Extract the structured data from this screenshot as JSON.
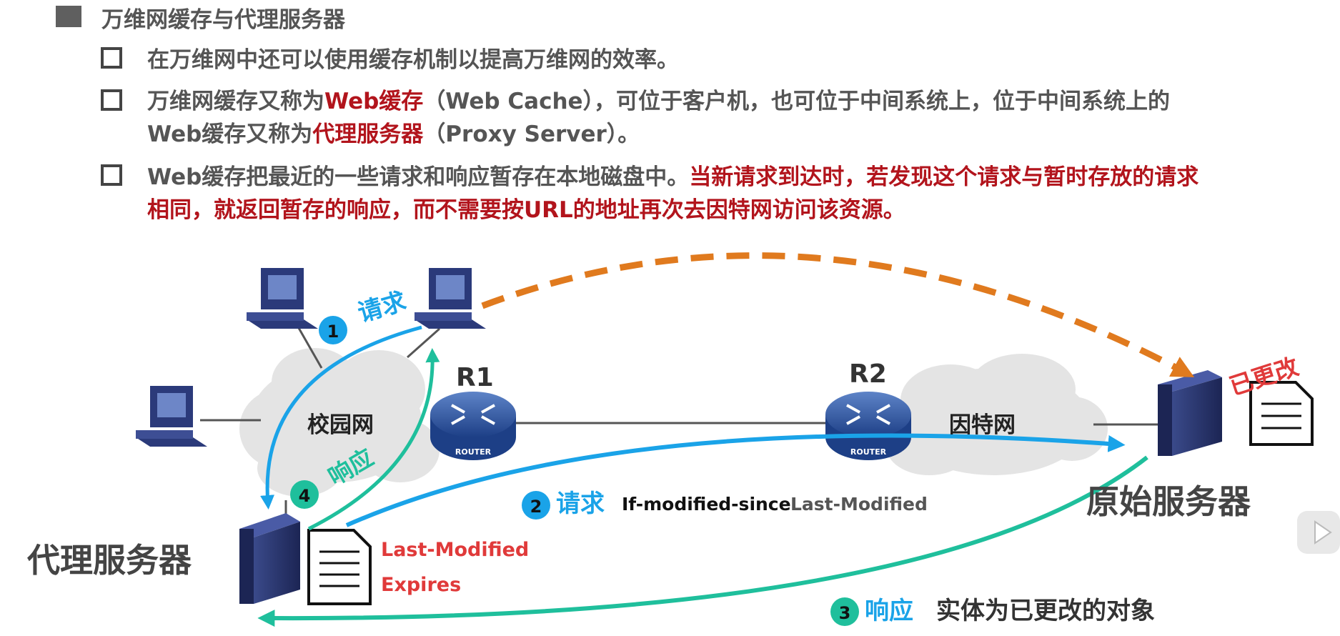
{
  "heading": "万维网缓存与代理服务器",
  "bullets": {
    "b1": "在万维网中还可以使用缓存机制以提高万维网的效率。",
    "b2_pre": "万维网缓存又称为",
    "b2_red1": "Web缓存",
    "b2_mid": "（Web Cache），可位于客户机，也可位于中间系统上，位于中间系统上的",
    "b2_l2pre": "Web缓存又称为",
    "b2_red2": "代理服务器",
    "b2_end": "（Proxy Server）。",
    "b3_pre": "Web缓存把最近的一些请求和响应暂存在本地磁盘中。",
    "b3_red1": "当新请求到达时，若发现这个请求与暂时存放的请求",
    "b3_red2": "相同，就返回暂存的响应，而不需要按URL的地址再次去因特网访问该资源。"
  },
  "diagram": {
    "campus_net": "校园网",
    "internet": "因特网",
    "r1": "R1",
    "r2": "R2",
    "router_tag": "ROUTER",
    "proxy_label": "代理服务器",
    "origin_label": "原始服务器",
    "changed_stamp": "已更改",
    "step1_num": "1",
    "step1_text": "请求",
    "step2_num": "2",
    "step2_text": "请求",
    "step2_hdr": "If-modified-since",
    "step2_val": "Last-Modified",
    "step3_num": "3",
    "step3_text": "响应",
    "step3_desc": "实体为已更改的对象",
    "step4_num": "4",
    "step4_text": "响应",
    "doc_line1": "Last-Modified",
    "doc_line2": "Expires"
  },
  "colors": {
    "blue": "#1aa3e8",
    "teal": "#1fbf9c",
    "orange": "#e07a1e",
    "red": "#b2141c",
    "stamp": "#e03a3a"
  }
}
